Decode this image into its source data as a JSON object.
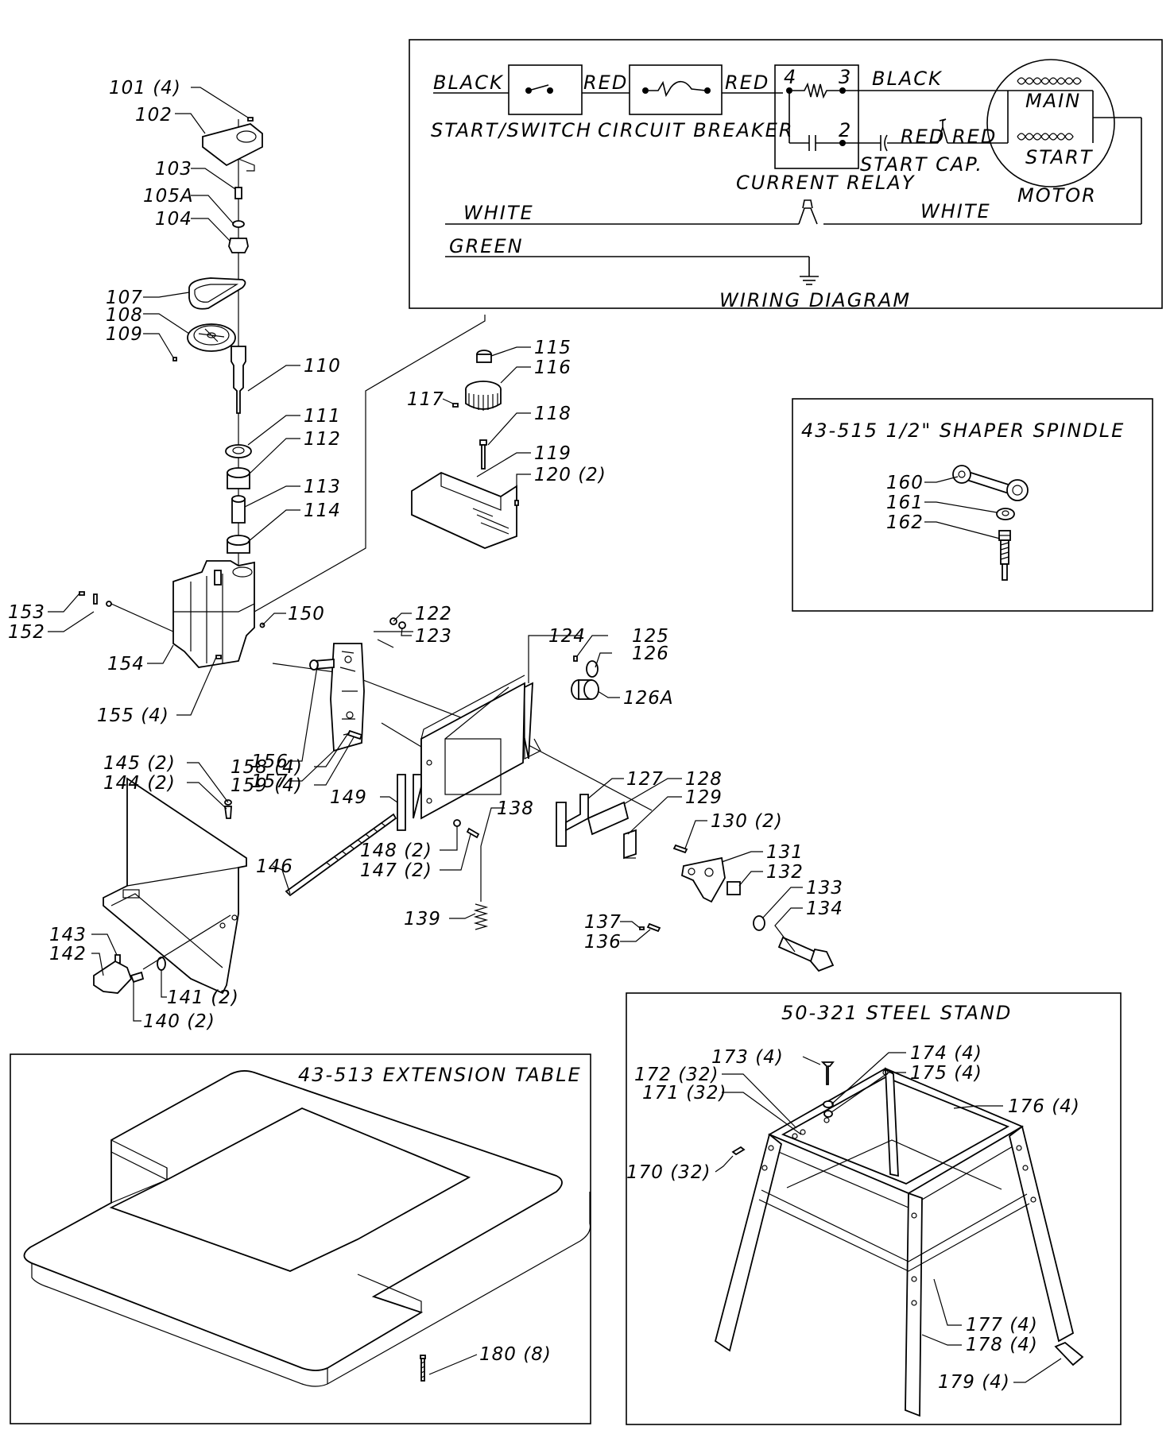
{
  "wiring": {
    "wire_black_in": "BLACK",
    "switch_label": "START/SWITCH",
    "wire_red_1": "RED",
    "breaker_label": "CIRCUIT BREAKER",
    "wire_red_2": "RED",
    "term_4": "4",
    "term_3": "3",
    "term_2": "2",
    "wire_black_out": "BLACK",
    "winding_main": "MAIN",
    "winding_start": "START",
    "wire_red_3": "RED",
    "wire_red_4": "RED",
    "start_cap": "START CAP.",
    "current_relay": "CURRENT RELAY",
    "motor": "MOTOR",
    "wire_white_1": "WHITE",
    "wire_white_2": "WHITE",
    "wire_green": "GREEN",
    "title": "WIRING DIAGRAM"
  },
  "spindle_box": {
    "title": "43-515 1/2\" SHAPER SPINDLE",
    "parts": [
      "160",
      "161",
      "162"
    ]
  },
  "extension_box": {
    "title": "43-513 EXTENSION TABLE",
    "parts": [
      "180 (8)"
    ]
  },
  "stand_box": {
    "title": "50-321 STEEL STAND",
    "parts": [
      "173 (4)",
      "174 (4)",
      "175 (4)",
      "172 (32)",
      "171 (32)",
      "176 (4)",
      "170 (32)",
      "177 (4)",
      "178 (4)",
      "179 (4)"
    ]
  },
  "main_parts": {
    "p101": "101 (4)",
    "p102": "102",
    "p103": "103",
    "p105a": "105A",
    "p104": "104",
    "p107": "107",
    "p108": "108",
    "p109": "109",
    "p110": "110",
    "p111": "111",
    "p112": "112",
    "p113": "113",
    "p114": "114",
    "p115": "115",
    "p116": "116",
    "p117": "117",
    "p118": "118",
    "p119": "119",
    "p120": "120 (2)",
    "p153": "153",
    "p152": "152",
    "p150": "150",
    "p154": "154",
    "p155": "155 (4)",
    "p122": "122",
    "p123": "123",
    "p124": "124",
    "p125": "125",
    "p126": "126",
    "p126a": "126A",
    "p156": "156",
    "p157": "157",
    "p158": "158 (4)",
    "p159": "159 (4)",
    "p145": "145 (2)",
    "p144": "144 (2)",
    "p149": "149",
    "p138": "138",
    "p127": "127",
    "p128": "128",
    "p129": "129",
    "p130": "130 (2)",
    "p131": "131",
    "p132": "132",
    "p146": "146",
    "p148": "148 (2)",
    "p147": "147 (2)",
    "p133": "133",
    "p134": "134",
    "p139": "139",
    "p137": "137",
    "p136": "136",
    "p143": "143",
    "p142": "142",
    "p141": "141 (2)",
    "p140": "140 (2)"
  }
}
